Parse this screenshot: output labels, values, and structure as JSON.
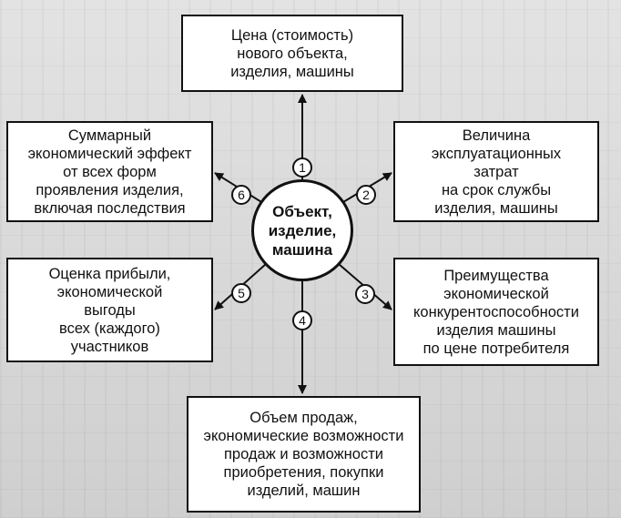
{
  "diagram": {
    "top": "Цена (стоимость)\nнового объекта,\nизделия, машины",
    "top_left": "Суммарный\nэкономический эффект\nот всех форм\nпроявления изделия,\nвключая последствия",
    "top_right": "Величина\nэксплуатационных\nзатрат\nна срок службы\nизделия, машины",
    "middle_left": "Оценка прибыли,\nэкономической\nвыгоды\nвсех (каждого)\nучастников",
    "middle_right": "Преимущества\nэкономической\nконкурентоспособности\nизделия машины\nпо цене потребителя",
    "bottom": "Объем продаж,\nэкономические возможности\nпродаж и возможности\nприобретения, покупки\nизделий, машин",
    "center": "Объект,\nизделие,\nмашина",
    "numbers": [
      "1",
      "2",
      "3",
      "4",
      "5",
      "6"
    ]
  }
}
